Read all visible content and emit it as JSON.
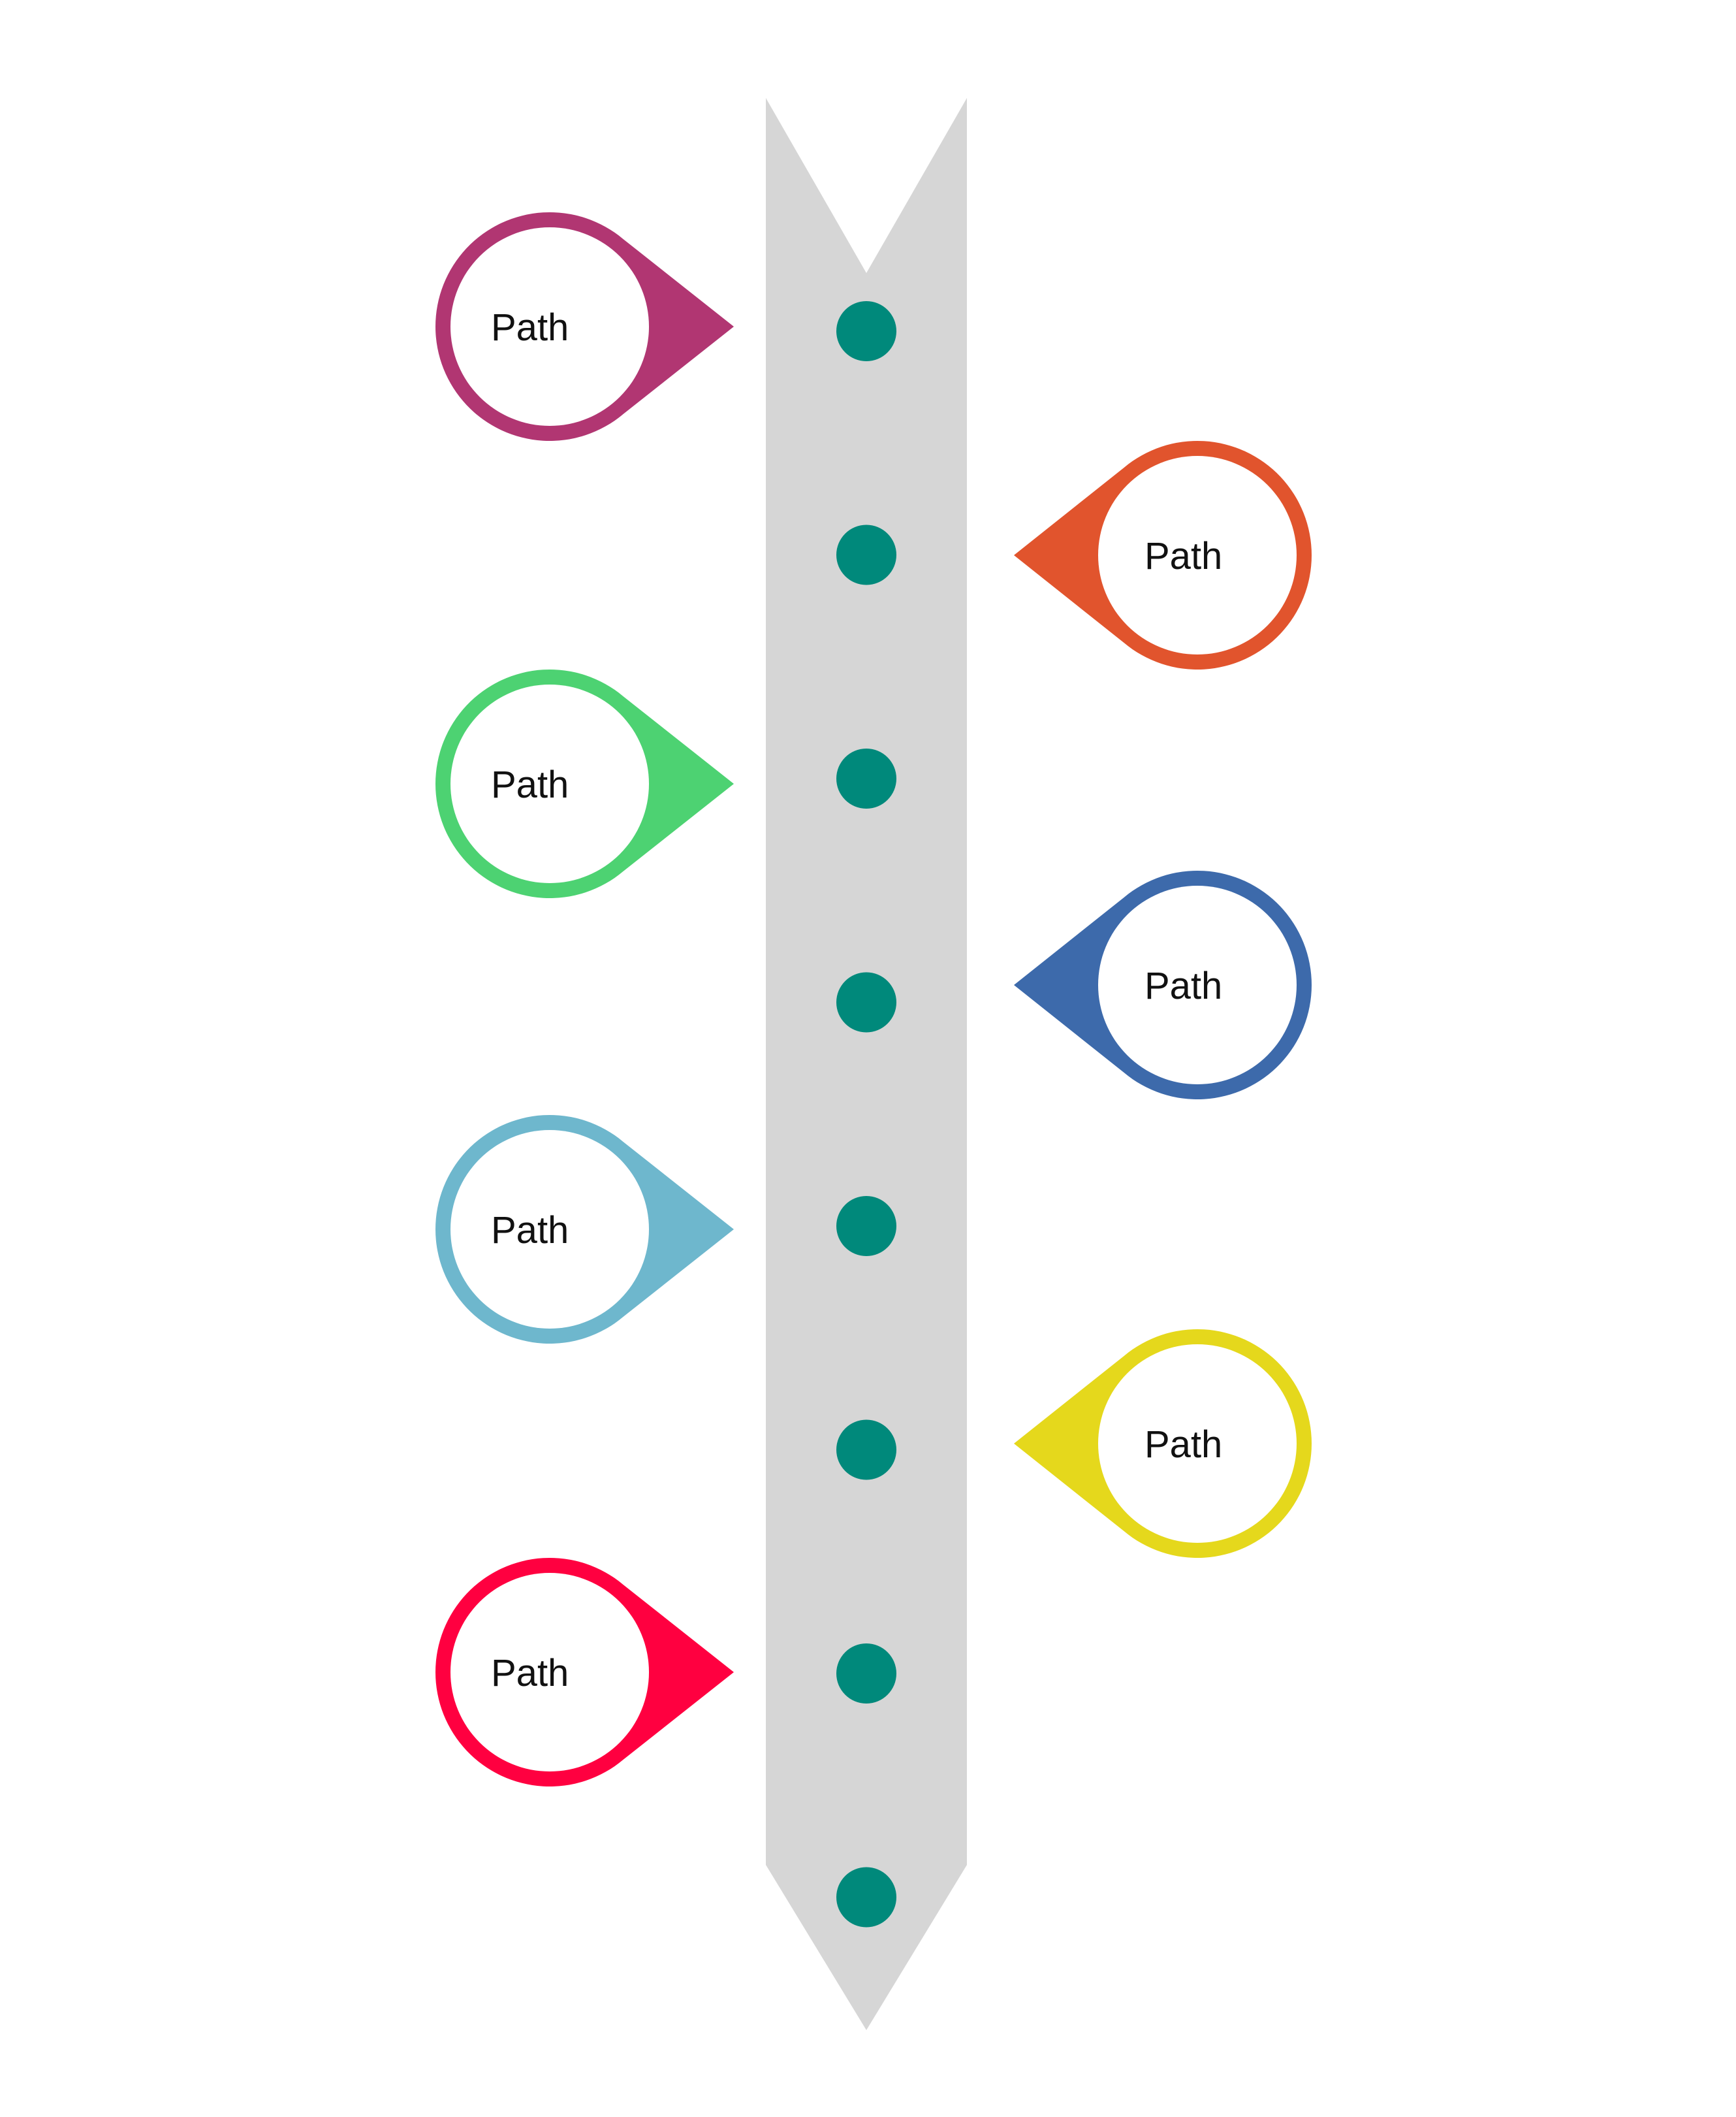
{
  "diagram": {
    "type": "vertical-path-timeline",
    "arrow": {
      "color": "#d6d6d6",
      "direction": "down"
    },
    "markers": {
      "count": 8,
      "color": "#00897b"
    },
    "pins": [
      {
        "label": "Path",
        "side": "left",
        "color": "#b13672"
      },
      {
        "label": "Path",
        "side": "right",
        "color": "#e1542d"
      },
      {
        "label": "Path",
        "side": "left",
        "color": "#4dd272"
      },
      {
        "label": "Path",
        "side": "right",
        "color": "#3d6aab"
      },
      {
        "label": "Path",
        "side": "left",
        "color": "#6eb7cd"
      },
      {
        "label": "Path",
        "side": "right",
        "color": "#e5d81c"
      },
      {
        "label": "Path",
        "side": "left",
        "color": "#ff0040"
      }
    ]
  }
}
